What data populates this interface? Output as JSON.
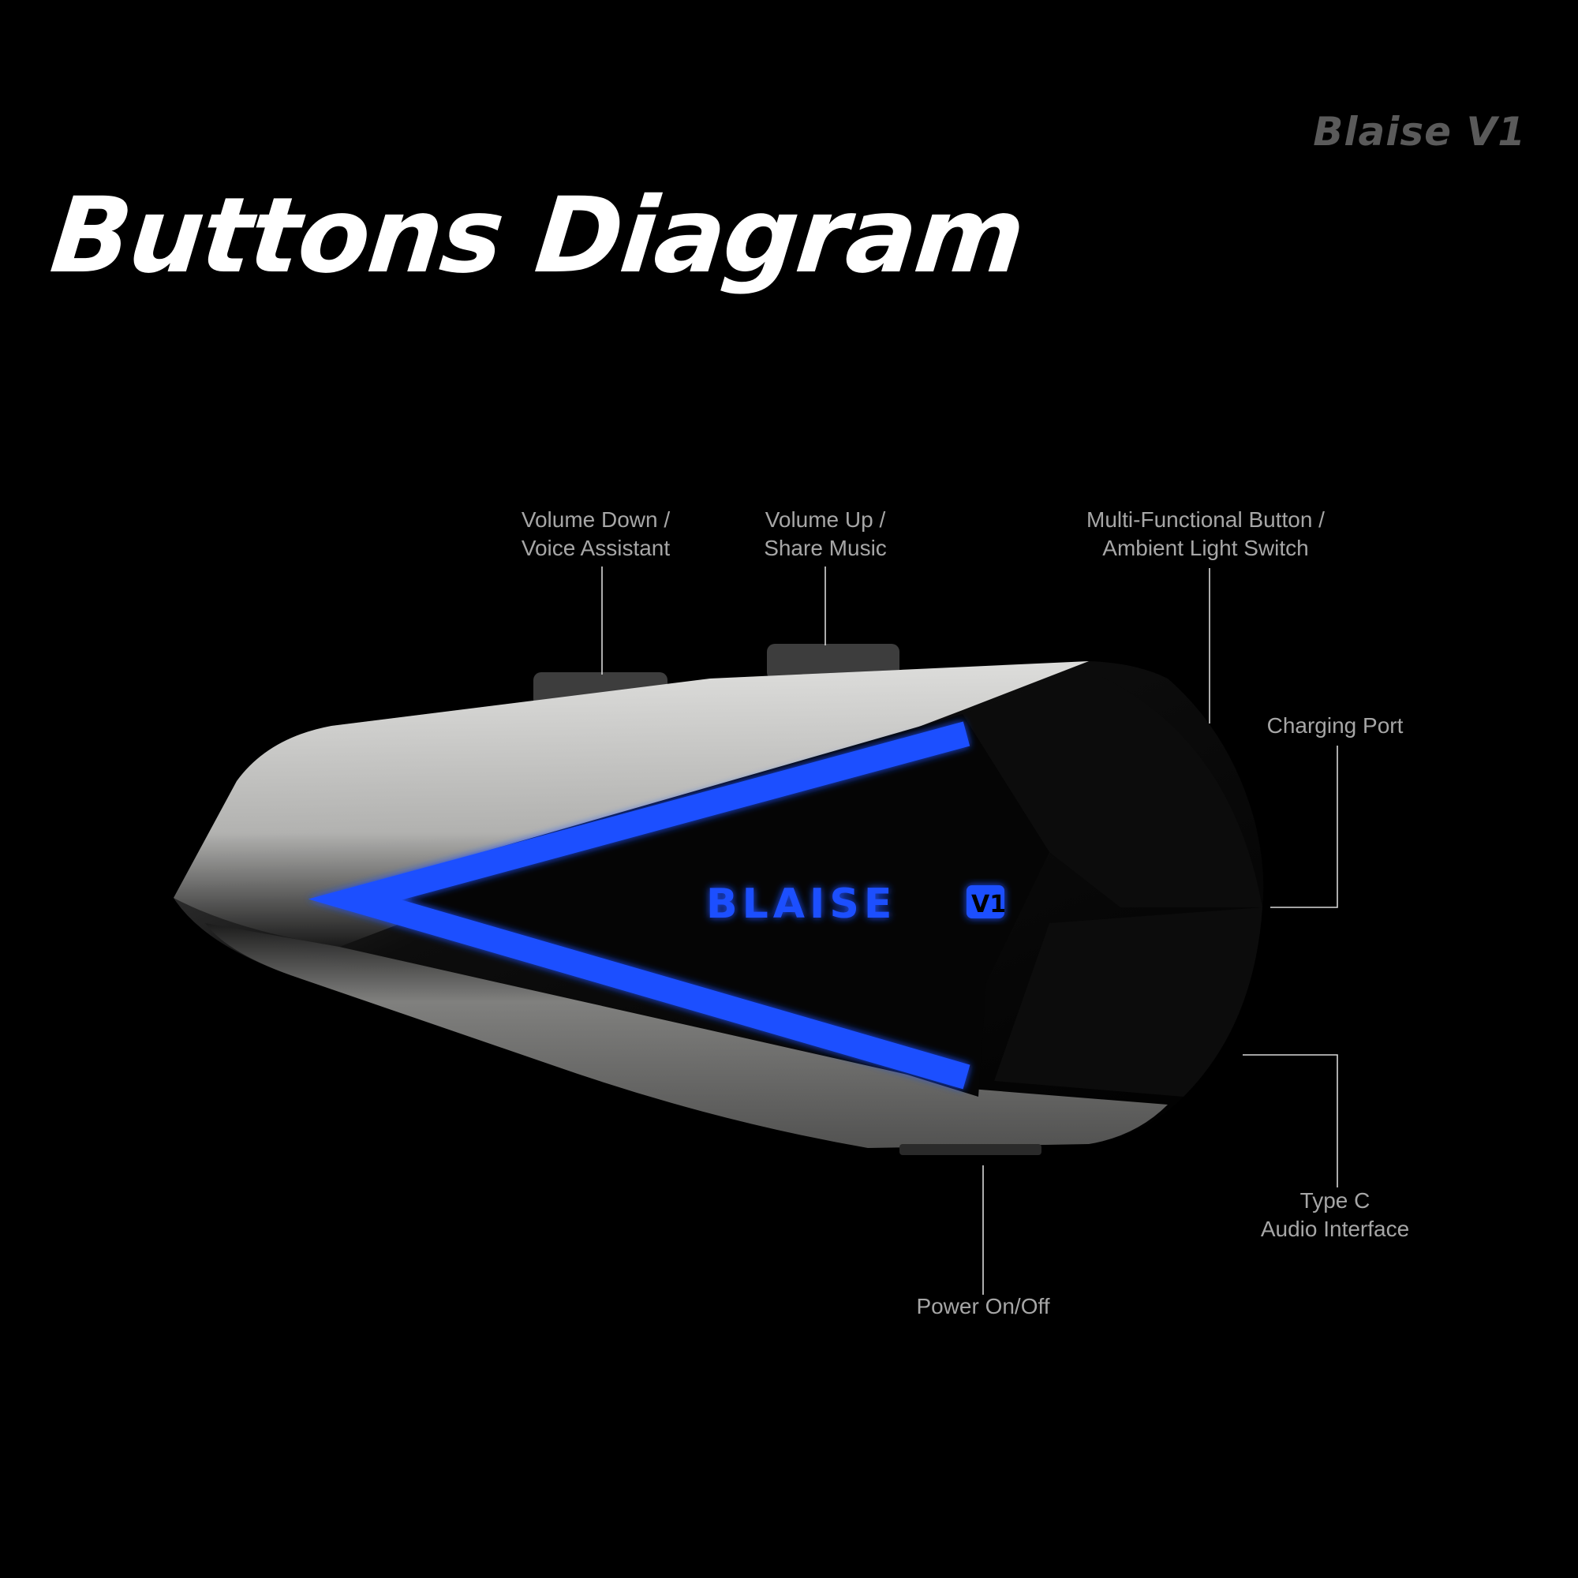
{
  "brand": "Blaise V1",
  "title": "Buttons Diagram",
  "device": {
    "logo_text": "BLAISE",
    "logo_badge": "V1",
    "accent_color": "#1f4fff",
    "body_color": "#0a0a0a"
  },
  "callouts": {
    "volume_down": {
      "line1": "Volume Down /",
      "line2": "Voice Assistant"
    },
    "volume_up": {
      "line1": "Volume Up /",
      "line2": "Share Music"
    },
    "multi_function": {
      "line1": "Multi-Functional Button /",
      "line2": "Ambient Light Switch"
    },
    "charging_port": {
      "line1": "Charging Port"
    },
    "type_c": {
      "line1": "Type C",
      "line2": "Audio Interface"
    },
    "power": {
      "line1": "Power On/Off"
    }
  }
}
